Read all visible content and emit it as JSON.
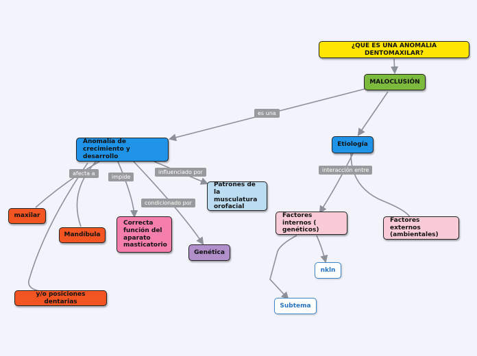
{
  "nodes": {
    "question": "¿QUE ES UNA ANOMALIA DENTOMAXILAR?",
    "maloclusion": "MALOCLUSIÓN",
    "anomalia": "Anomalía de crecimiento y desarrollo",
    "etiologia": "Etiología",
    "maxilar": "maxilar",
    "mandibula": "Mandíbula",
    "posiciones": "y/o posiciones dentarias",
    "correcta": "Correcta función del aparato masticatorio",
    "patrones": "Patrones de la musculatura orofacial",
    "genetica": "Genética",
    "factores_internos": "Factores internos ( genéticos)",
    "factores_externos": "Factores externos (ambientales)",
    "nkln": "nkln",
    "subtema": "Subtema"
  },
  "labels": {
    "es_una": "es una",
    "afecta_a": "afecta a",
    "impide": "impide",
    "influenciado_por": "influenciado por",
    "condicionado_por": "condicionado por",
    "interaccion_entre": "interacción entre"
  },
  "colors": {
    "background": "#f2f3fb",
    "yellow": "#ffe500",
    "green": "#7cba3d",
    "blue": "#1f93e8",
    "orange": "#f25522",
    "pink": "#f47fad",
    "light_blue": "#bcdcf2",
    "purple": "#b08fcb",
    "light_pink": "#f8cbd7",
    "connector": "#8c9098"
  }
}
